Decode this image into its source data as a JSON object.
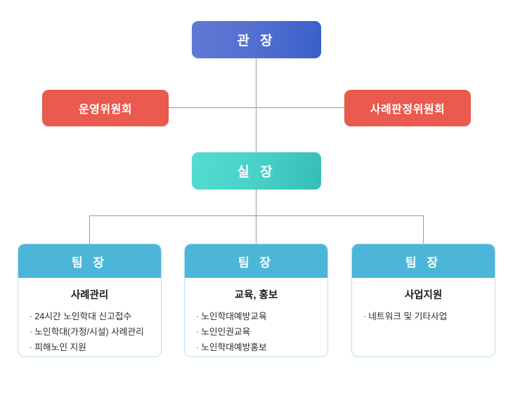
{
  "colors": {
    "background": "#ffffff",
    "director_gradient_from": "#6079d4",
    "director_gradient_to": "#3a5fca",
    "committee": "#ea5a4e",
    "manager_gradient_from": "#53dcd0",
    "manager_gradient_to": "#35bdb8",
    "team_header": "#4cb6d9",
    "team_border": "#b9dff0",
    "connector_line": "#9a9a9a"
  },
  "org_chart": {
    "director": {
      "label": "관 장"
    },
    "committees": [
      {
        "label": "운영위원회",
        "side": "left"
      },
      {
        "label": "사례판정위원회",
        "side": "right"
      }
    ],
    "manager": {
      "label": "실 장"
    },
    "teams": [
      {
        "header": "팀 장",
        "title": "사례관리",
        "bullet": "·",
        "items": [
          "24시간 노인학대 신고접수",
          "노인학대(가정/시설) 사례관리",
          "피해노인 지원"
        ]
      },
      {
        "header": "팀 장",
        "title": "교육, 홍보",
        "bullet": "·",
        "items": [
          "노인학대예방교육",
          "노인인권교육",
          "노인학대예방홍보"
        ]
      },
      {
        "header": "팀 장",
        "title": "사업지원",
        "bullet": "·",
        "items": [
          "네트워크 및 기타사업"
        ]
      }
    ]
  }
}
